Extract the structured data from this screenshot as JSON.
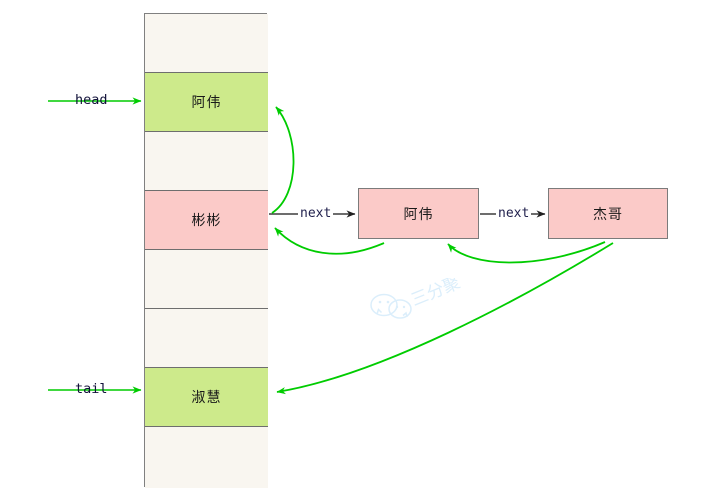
{
  "diagram": {
    "title": "hashmap-linkedlist-reference-diagram",
    "colors": {
      "cell_empty": "#f9f6f0",
      "cell_green": "#cdea8b",
      "cell_pink": "#fbcac8",
      "node_pink": "#fbcac8",
      "border": "#6e6e6e",
      "green_arrow": "#00cc00",
      "black_arrow": "#3d3d3d",
      "text": "#14143c",
      "watermark": "#dbeefb"
    }
  },
  "array": {
    "name": "bucket-array",
    "cells": [
      {
        "index": 0,
        "label": "",
        "state": "empty"
      },
      {
        "index": 1,
        "label": "阿伟",
        "state": "green"
      },
      {
        "index": 2,
        "label": "",
        "state": "empty"
      },
      {
        "index": 3,
        "label": "彬彬",
        "state": "pink"
      },
      {
        "index": 4,
        "label": "",
        "state": "empty"
      },
      {
        "index": 5,
        "label": "",
        "state": "empty"
      },
      {
        "index": 6,
        "label": "淑慧",
        "state": "green"
      },
      {
        "index": 7,
        "label": "",
        "state": "empty"
      }
    ]
  },
  "pointers": [
    {
      "id": "head",
      "label": "head",
      "target_cell_index": 1
    },
    {
      "id": "tail",
      "label": "tail",
      "target_cell_index": 6
    }
  ],
  "nodes": [
    {
      "id": "node-awei",
      "label": "阿伟"
    },
    {
      "id": "node-jiege",
      "label": "杰哥"
    }
  ],
  "edges": [
    {
      "id": "edge-next-1",
      "label": "next",
      "from": "cell-binbin",
      "to": "node-awei",
      "style": "black"
    },
    {
      "id": "edge-next-2",
      "label": "next",
      "from": "node-awei",
      "to": "node-jiege",
      "style": "black"
    },
    {
      "id": "edge-ref-1",
      "label": "",
      "from": "cell-binbin",
      "to": "cell-awei",
      "style": "green"
    },
    {
      "id": "edge-ref-2",
      "label": "",
      "from": "node-awei",
      "to": "cell-binbin",
      "style": "green"
    },
    {
      "id": "edge-ref-3",
      "label": "",
      "from": "node-jiege",
      "to": "node-awei",
      "style": "green"
    },
    {
      "id": "edge-ref-4",
      "label": "",
      "from": "node-jiege",
      "to": "cell-shuhui",
      "style": "green"
    }
  ],
  "watermark": {
    "text": "三分聚",
    "icon": "wechat-icon"
  }
}
